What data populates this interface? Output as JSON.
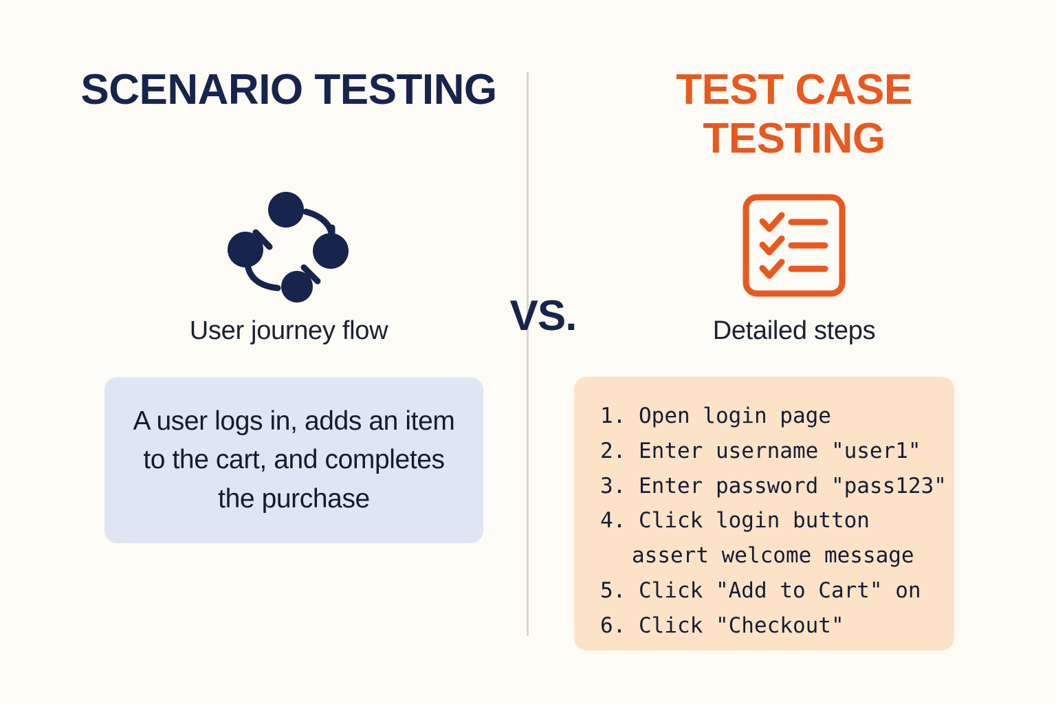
{
  "colors": {
    "background": "#fdfbf5",
    "navy": "#17244d",
    "orange": "#e8591f",
    "blue_box": "#dee6f3",
    "orange_box": "#fce3c7",
    "divider": "#d7d4cc",
    "text_dark": "#141b29"
  },
  "left": {
    "title": "SCENARIO TESTING",
    "icon": "user-journey-flow-icon",
    "caption": "User journey flow",
    "box_text": "A user logs in, adds an item to the cart, and completes the purchase"
  },
  "center": {
    "vs_label": "VS."
  },
  "right": {
    "title": "TEST CASE TESTING",
    "icon": "checklist-icon",
    "caption": "Detailed steps",
    "steps": [
      {
        "text": "1. Open login page",
        "continuation": false
      },
      {
        "text": "2. Enter username \"user1\"",
        "continuation": false
      },
      {
        "text": "3. Enter password \"pass123\"",
        "continuation": false
      },
      {
        "text": "4. Click login button",
        "continuation": false
      },
      {
        "text": "assert welcome message",
        "continuation": true
      },
      {
        "text": "5. Click \"Add to Cart\" on",
        "continuation": false
      },
      {
        "text": "6. Click \"Checkout\"",
        "continuation": false
      }
    ]
  }
}
